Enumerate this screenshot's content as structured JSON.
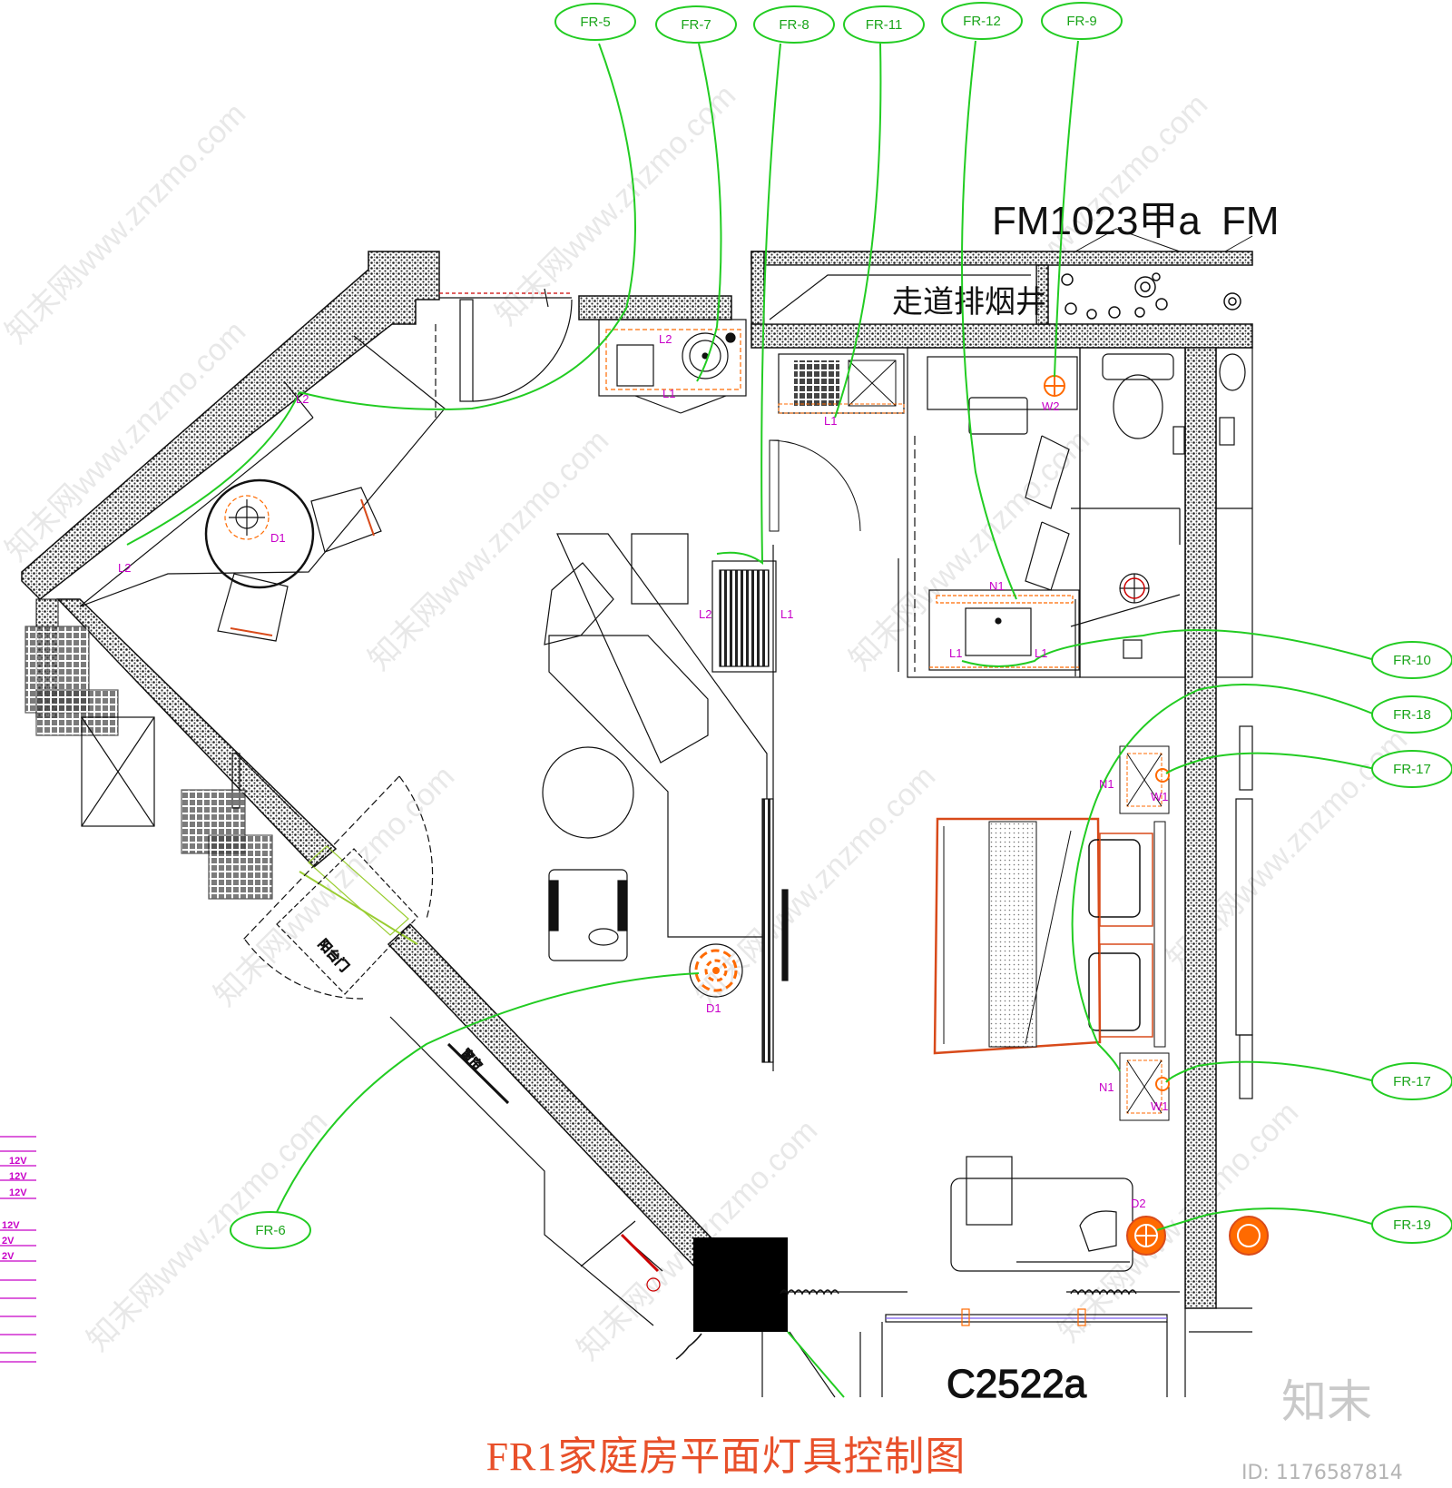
{
  "drawing": {
    "title": "FR1家庭房平面灯具控制图",
    "door_code": "FM1023甲a",
    "door_code_partial": "FM",
    "window_code": "C2522a",
    "shaft_label": "走道排烟井",
    "room_text_rotated_1": "阳台门",
    "room_text_rotated_2": "窗帘"
  },
  "circuit_tags": [
    {
      "id": "fr-5",
      "label": "FR-5"
    },
    {
      "id": "fr-7",
      "label": "FR-7"
    },
    {
      "id": "fr-8",
      "label": "FR-8"
    },
    {
      "id": "fr-11",
      "label": "FR-11"
    },
    {
      "id": "fr-12",
      "label": "FR-12"
    },
    {
      "id": "fr-9",
      "label": "FR-9"
    },
    {
      "id": "fr-10",
      "label": "FR-10"
    },
    {
      "id": "fr-18",
      "label": "FR-18"
    },
    {
      "id": "fr-17a",
      "label": "FR-17"
    },
    {
      "id": "fr-17b",
      "label": "FR-17"
    },
    {
      "id": "fr-19",
      "label": "FR-19"
    },
    {
      "id": "fr-6",
      "label": "FR-6"
    }
  ],
  "fixture_labels": {
    "l2_entry": "L2",
    "l2_desk": "L2",
    "l2_wardrobe": "L2",
    "l1_wardrobe": "L1",
    "l2_basin": "L2",
    "l1_basin": "L1",
    "l1_shower": "L1",
    "w2": "W2",
    "d1_dining": "D1",
    "d1_living": "D1",
    "n1_vanity": "N1",
    "l1_vanity_left": "L1",
    "l1_vanity_right": "L1",
    "n1_bed_top": "N1",
    "w1_bed_top": "W1",
    "n1_bed_bottom": "N1",
    "w1_bed_bottom": "W1",
    "d2": "D2"
  },
  "voltage_labels": [
    "12V",
    "12V",
    "12V",
    "12V",
    "2V",
    "2V"
  ],
  "watermark": {
    "brand": "知末",
    "site": "知末网www.znzmo.com",
    "id_text": "ID: 1176587814"
  },
  "colors": {
    "wire": "#22cc22",
    "tag_text": "#1aa51a",
    "fixture_label": "#c800c8",
    "fixture_symbol": "#ff6a00",
    "bed_outline": "#d84a1a",
    "wall_fill": "#555555",
    "title": "#e8502a"
  }
}
